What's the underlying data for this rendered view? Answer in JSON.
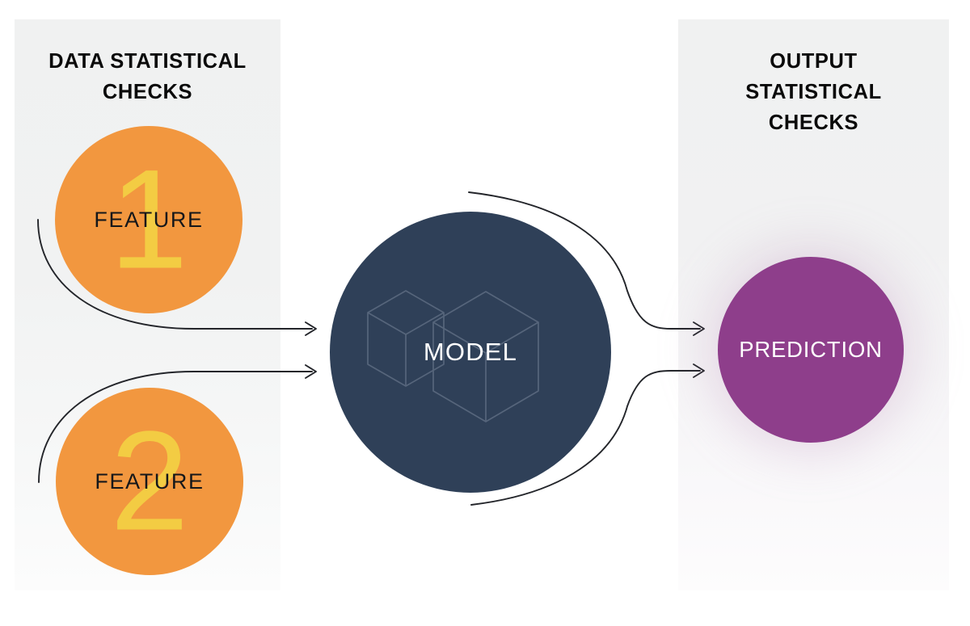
{
  "diagram": {
    "title": "Model monitoring statistical checks flow",
    "background_color": "#ffffff"
  },
  "panels": {
    "left": {
      "title": "DATA STATISTICAL\nCHECKS",
      "background_color": "#f0f1f1"
    },
    "right": {
      "title": "OUTPUT\nSTATISTICAL\nCHECKS",
      "background_color": "#f0f1f1"
    }
  },
  "nodes": {
    "feature_1": {
      "label": "FEATURE",
      "number": "1",
      "fill_color": "#f2973f",
      "number_color": "#f3cc43",
      "label_color": "#15171a"
    },
    "feature_2": {
      "label": "FEATURE",
      "number": "2",
      "fill_color": "#f2973f",
      "number_color": "#f3cc43",
      "label_color": "#15171a"
    },
    "model": {
      "label": "MODEL",
      "fill_color": "#2f4058",
      "label_color": "#ffffff",
      "icon": "two-isometric-cubes"
    },
    "prediction": {
      "label": "PREDICTION",
      "fill_color": "#8e3e8b",
      "label_color": "#ffffff",
      "glow_color": "#8e3e8b"
    }
  },
  "connectors": {
    "stroke_color": "#23252a",
    "edges": [
      {
        "name": "feature-1-to-model",
        "from": "feature_1",
        "to": "model",
        "arrow": true
      },
      {
        "name": "feature-2-to-model",
        "from": "feature_2",
        "to": "model",
        "arrow": true
      },
      {
        "name": "model-to-prediction-upper",
        "from": "model",
        "to": "prediction",
        "arrow": true
      },
      {
        "name": "model-to-prediction-lower",
        "from": "model",
        "to": "prediction",
        "arrow": true
      }
    ]
  }
}
